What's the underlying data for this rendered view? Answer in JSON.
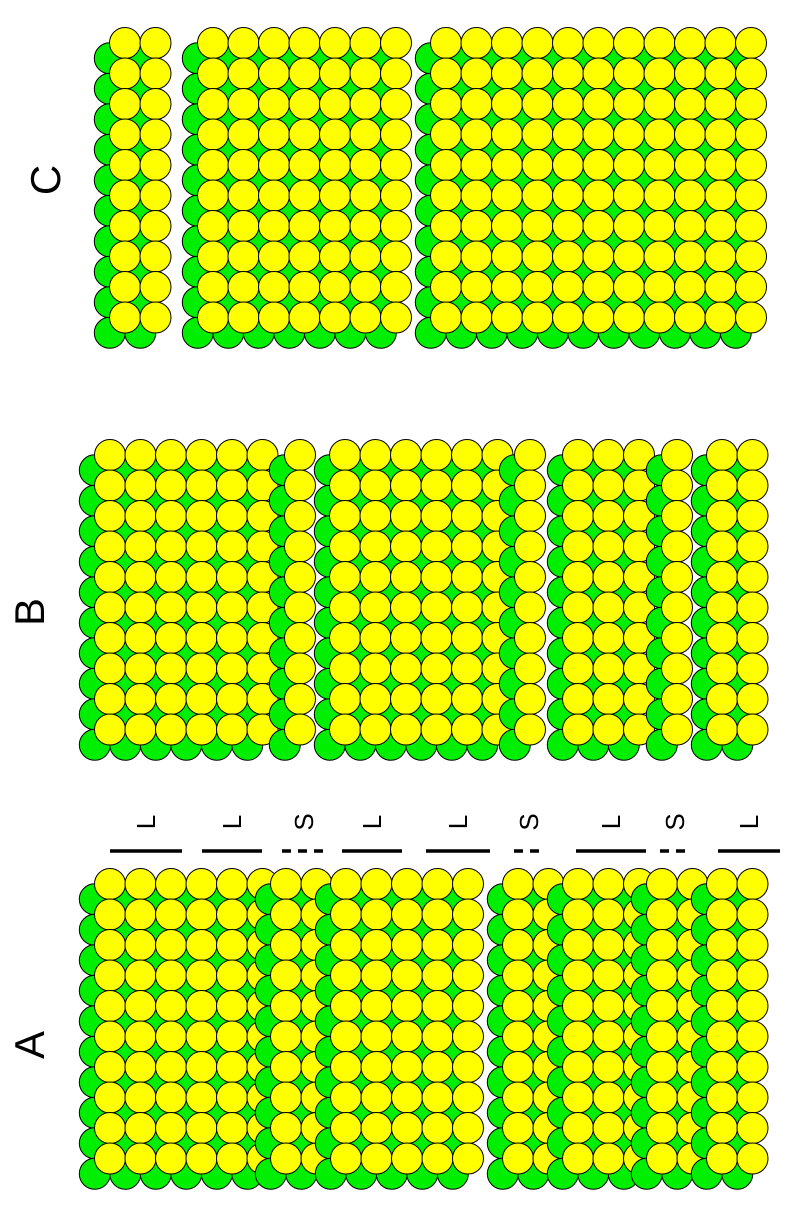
{
  "colors": {
    "green": "#00ee00",
    "yellow": "#ffff00",
    "outline": "#000000"
  },
  "panels": [
    {
      "id": "A",
      "label": "A"
    },
    {
      "id": "B",
      "label": "B"
    },
    {
      "id": "C",
      "label": "C"
    }
  ],
  "segment_markers": [
    {
      "label": "L",
      "style": "solid"
    },
    {
      "label": "L",
      "style": "solid"
    },
    {
      "label": "S",
      "style": "dashed"
    },
    {
      "label": "L",
      "style": "solid"
    },
    {
      "label": "L",
      "style": "solid"
    },
    {
      "label": "S",
      "style": "dashed"
    },
    {
      "label": "L",
      "style": "solid"
    },
    {
      "label": "S",
      "style": "dashed"
    },
    {
      "label": "L",
      "style": "solid"
    }
  ]
}
